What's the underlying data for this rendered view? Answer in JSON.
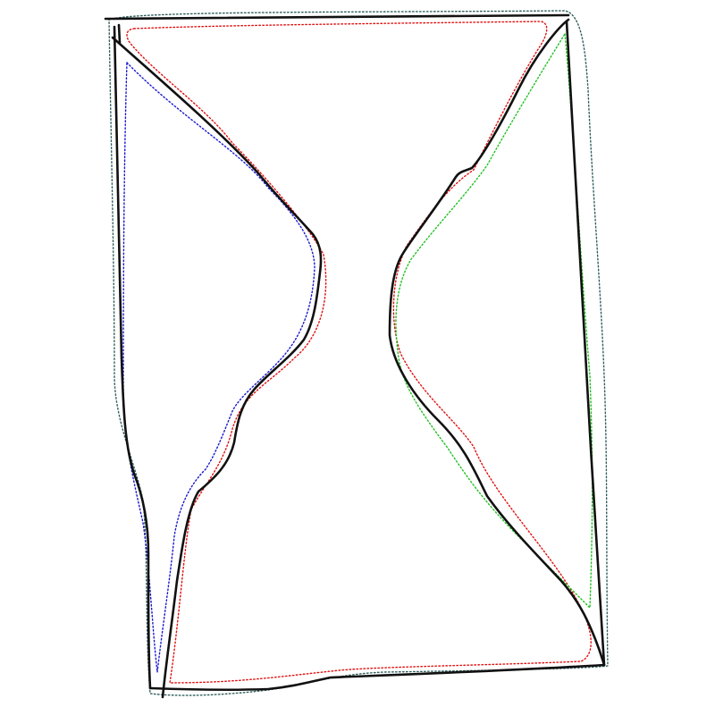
{
  "drawing": {
    "description_visible_text": "",
    "palette": {
      "background": "#ffffff",
      "primary_line": "#111111",
      "outer_dotted": "#2f5f5c",
      "red_dotted": "#e01010",
      "blue_dotted": "#1818d0",
      "green_dotted": "#20c020"
    },
    "strokes": [
      {
        "name": "outer-boundary-dotted",
        "color_key": "outer_dotted",
        "style": "dotted"
      },
      {
        "name": "inner-boundary-dotted",
        "color_key": "red_dotted",
        "style": "dotted"
      },
      {
        "name": "left-region-dotted",
        "color_key": "blue_dotted",
        "style": "dotted"
      },
      {
        "name": "right-region-dotted",
        "color_key": "green_dotted",
        "style": "dotted"
      },
      {
        "name": "frame-and-hourglass-solid",
        "color_key": "primary_line",
        "style": "solid"
      }
    ]
  }
}
